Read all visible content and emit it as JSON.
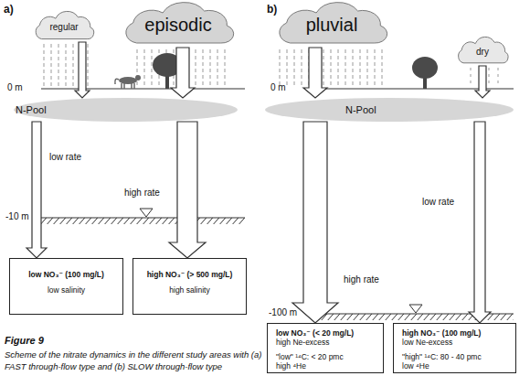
{
  "diagram": {
    "title": "Figure 9",
    "caption": "Scheme of the nitrate dynamics in the different study areas with (a) FAST through-flow type and (b) SLOW through-flow type",
    "nodes": [
      {
        "text": [
          "regular"
        ]
      },
      {
        "text": [
          "episodic"
        ]
      },
      {
        "text": [
          "N-Pool"
        ]
      },
      {
        "text": [
          "low NO₃⁻ (100 mg/L)",
          "low salinity"
        ]
      },
      {
        "text": [
          "high NO₃⁻ (> 500 mg/L)",
          "high salinity"
        ]
      },
      {
        "text": [
          "pluvial"
        ]
      },
      {
        "text": [
          "dry"
        ]
      },
      {
        "text": [
          "N-Pool"
        ]
      },
      {
        "text": [
          "low NO₃⁻ (< 20 mg/L)",
          "high Ne-excess",
          "\"low\" ¹⁴C: < 20 pmc",
          "high ⁴He"
        ]
      },
      {
        "text": [
          "high NO₃⁻ (100 mg/L)",
          "low Ne-excess",
          "\"high\" ¹⁴C: 80 - 40 pmc",
          "low ⁴He"
        ]
      }
    ],
    "edges": [
      {
        "from": 0,
        "to": 2,
        "arrow": "to"
      },
      {
        "from": 1,
        "to": 2,
        "arrow": "to"
      },
      {
        "from": 2,
        "to": 3,
        "arrow": "to",
        "label": "low rate"
      },
      {
        "from": 2,
        "to": 4,
        "arrow": "to",
        "label": "high rate"
      },
      {
        "from": 5,
        "to": 7,
        "arrow": "to"
      },
      {
        "from": 6,
        "to": 7,
        "arrow": "to"
      },
      {
        "from": 7,
        "to": 8,
        "arrow": "to",
        "label": "high rate"
      },
      {
        "from": 7,
        "to": 9,
        "arrow": "to",
        "label": "low rate"
      }
    ],
    "labels": [
      "a)",
      "b)",
      "0 m",
      "-10 m",
      "0 m",
      "-100 m"
    ]
  }
}
